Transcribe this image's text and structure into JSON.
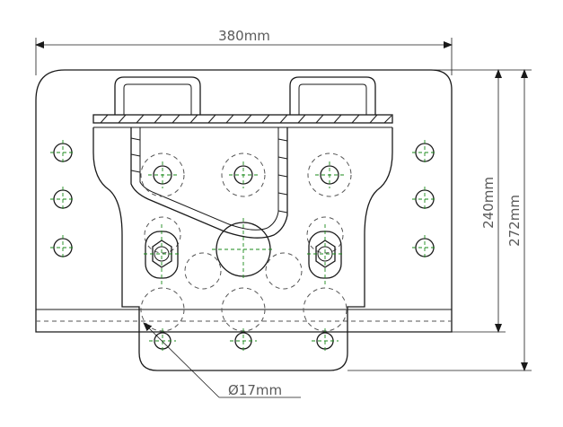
{
  "dimensions": {
    "width": "380mm",
    "height_inner": "240mm",
    "height_outer": "272mm",
    "hole_diameter": "Ø17mm"
  }
}
